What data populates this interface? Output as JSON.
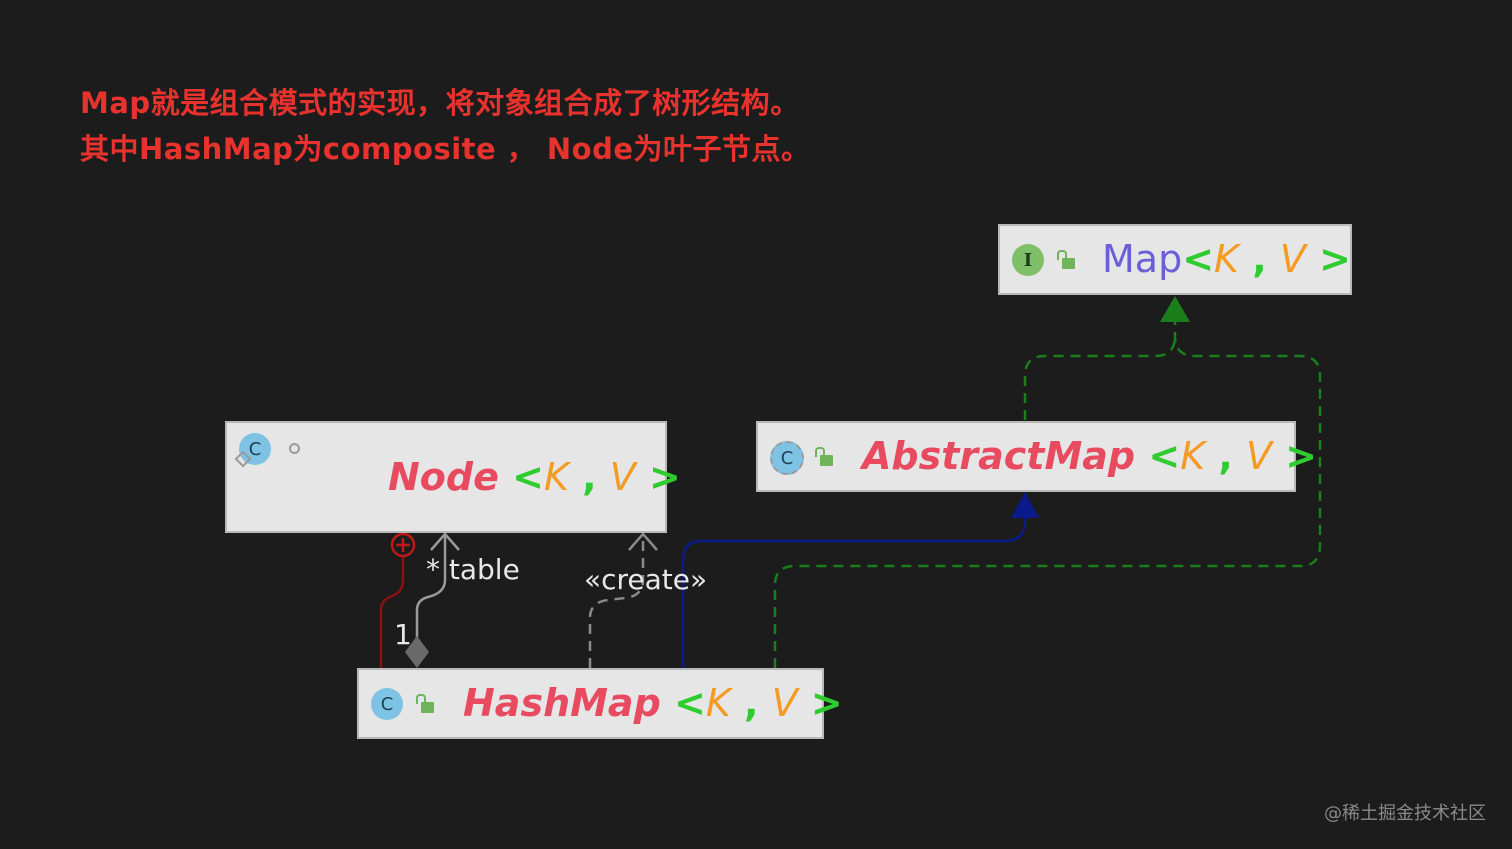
{
  "heading": {
    "line1": "Map就是组合模式的实现，将对象组合成了树形结构。",
    "line2": "其中HashMap为composite ， Node为叶子节点。"
  },
  "classes": {
    "map": {
      "name": "Map",
      "badge": "I",
      "kind": "interface"
    },
    "abstract_map": {
      "name": "AbstractMap",
      "badge": "C",
      "kind": "abstract-class"
    },
    "node": {
      "name": "Node",
      "badge": "C",
      "kind": "inner-class"
    },
    "hashmap": {
      "name": "HashMap",
      "badge": "C",
      "kind": "class"
    }
  },
  "generics": {
    "open": "<",
    "k": "K",
    "comma": ",",
    "v": "V",
    "close": ">"
  },
  "relations": {
    "table_multiplicity": "* table",
    "table_owner_multiplicity": "1",
    "create_label": "«create»"
  },
  "colors": {
    "background": "#1c1c1c",
    "heading": "#e8322d",
    "class_name": "#e84a5f",
    "interface_name": "#6a5fd6",
    "implements_arrow": "#1a7f1a",
    "extends_arrow": "#0a1a8a",
    "inner_class_line": "#8b1010",
    "composition_line": "#9a9a9a",
    "dependency_line": "#8a8a8a"
  },
  "watermark": "@稀土掘金技术社区"
}
